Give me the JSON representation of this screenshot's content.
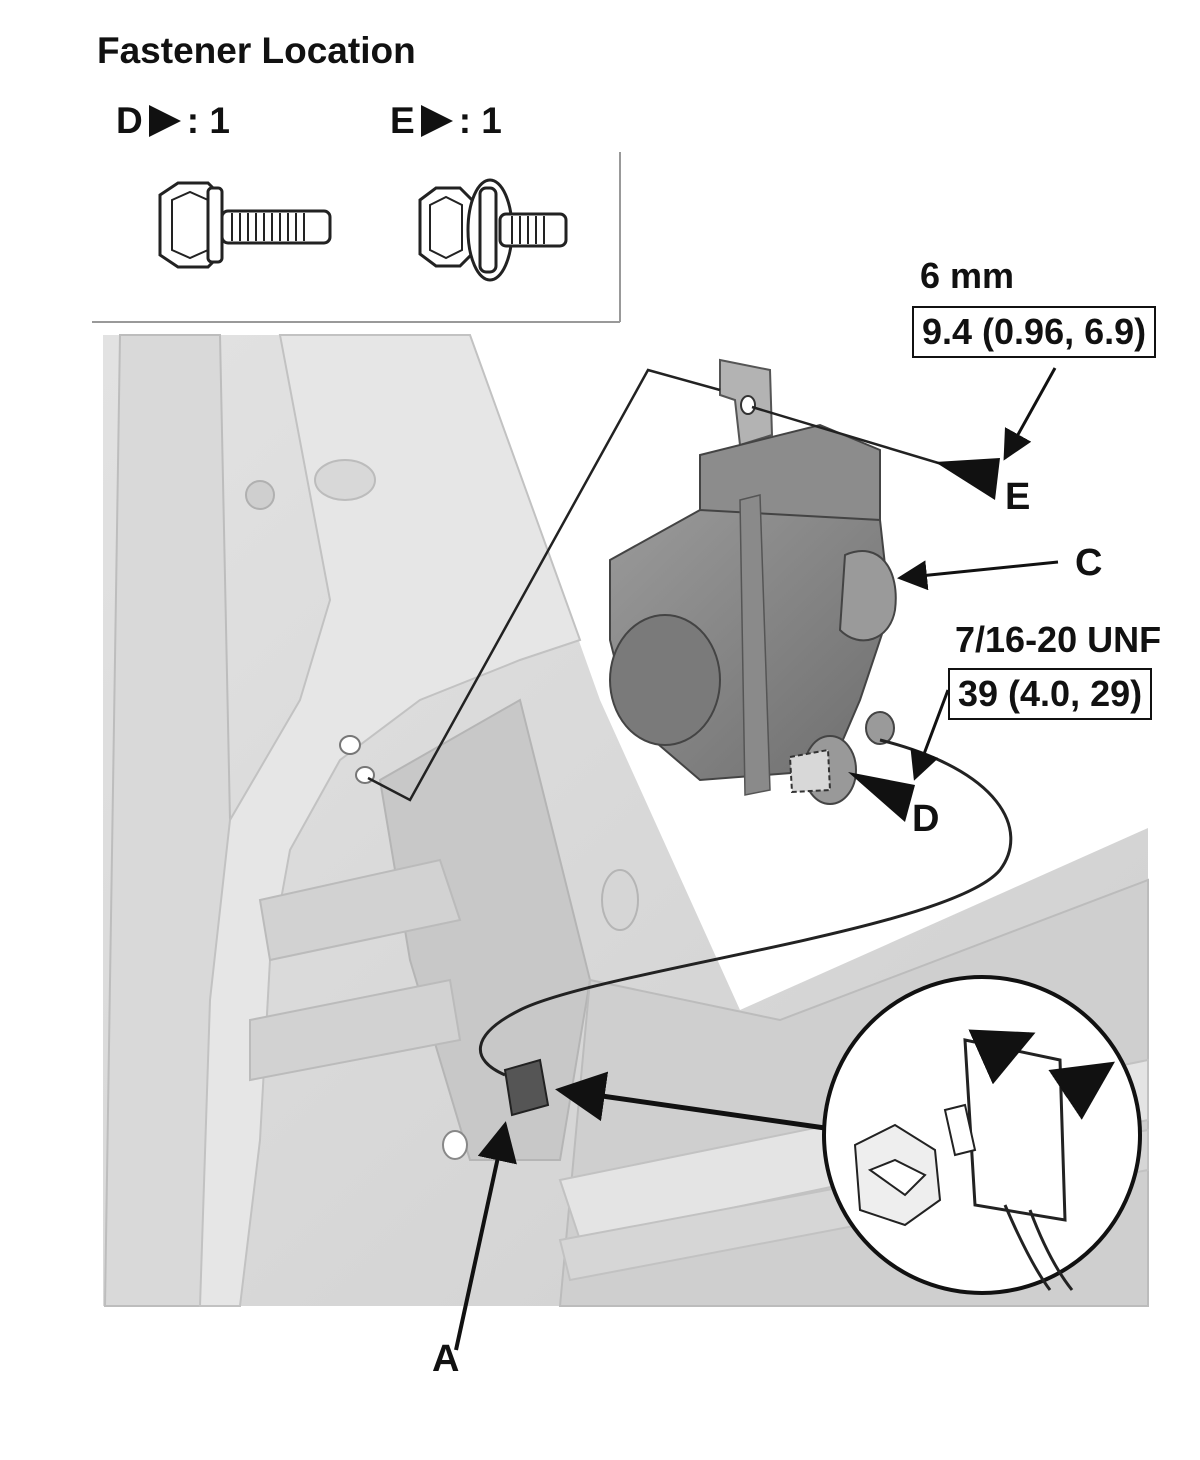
{
  "diagram": {
    "title": "Fastener Location",
    "fastener_legend": [
      {
        "id": "D",
        "count": ": 1"
      },
      {
        "id": "E",
        "count": ": 1"
      }
    ],
    "torque_specs": [
      {
        "fastener": "E",
        "size": "6 mm",
        "value": "9.4 (0.96, 6.9)"
      },
      {
        "fastener": "D",
        "size": "7/16-20 UNF",
        "value": "39 (4.0, 29)"
      }
    ],
    "callouts": {
      "A": "A",
      "C": "C",
      "D": "D",
      "E": "E"
    }
  }
}
